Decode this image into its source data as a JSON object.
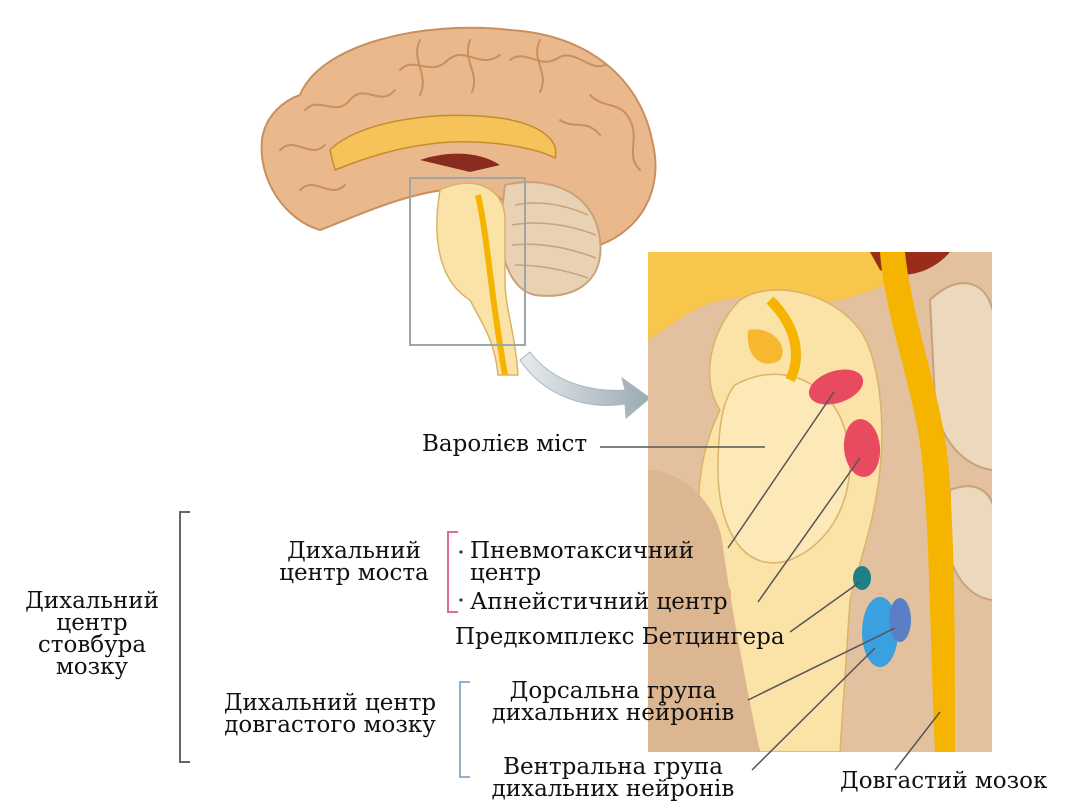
{
  "labels": {
    "pons": "Варолієв міст",
    "pons_center_line1": "Дихальний",
    "pons_center_line2": "центр моста",
    "pneumotaxic_line1": "Пневмотаксичний",
    "pneumotaxic_line2": "центр",
    "apneustic": "Апнейстичний центр",
    "pre_botzinger": "Предкомплекс Бетцингера",
    "brainstem_center_line1": "Дихальний",
    "brainstem_center_line2": "центр",
    "brainstem_center_line3": "стовбура",
    "brainstem_center_line4": "мозку",
    "medulla_center_line1": "Дихальний центр",
    "medulla_center_line2": "довгастого мозку",
    "dorsal_group_line1": "Дорсальна група",
    "dorsal_group_line2": "дихальних нейронів",
    "ventral_group_line1": "Вентральна група",
    "ventral_group_line2": "дихальних нейронів",
    "medulla": "Довгастий мозок"
  },
  "colors": {
    "cortex": "#e9b98d",
    "cortex_dark": "#c98f5c",
    "brainstem": "#fbe3a8",
    "spinal_channel": "#f5b400",
    "pneumotaxic": "#e84a5f",
    "apneustic": "#e84a5f",
    "pre_botzinger": "#1e7f86",
    "dorsal_group": "#5b7fc4",
    "ventral_group": "#3aa0e0",
    "bracket_pons": "#d8708a",
    "bracket_medulla": "#8fb0d0",
    "bracket_outer": "#666666"
  }
}
